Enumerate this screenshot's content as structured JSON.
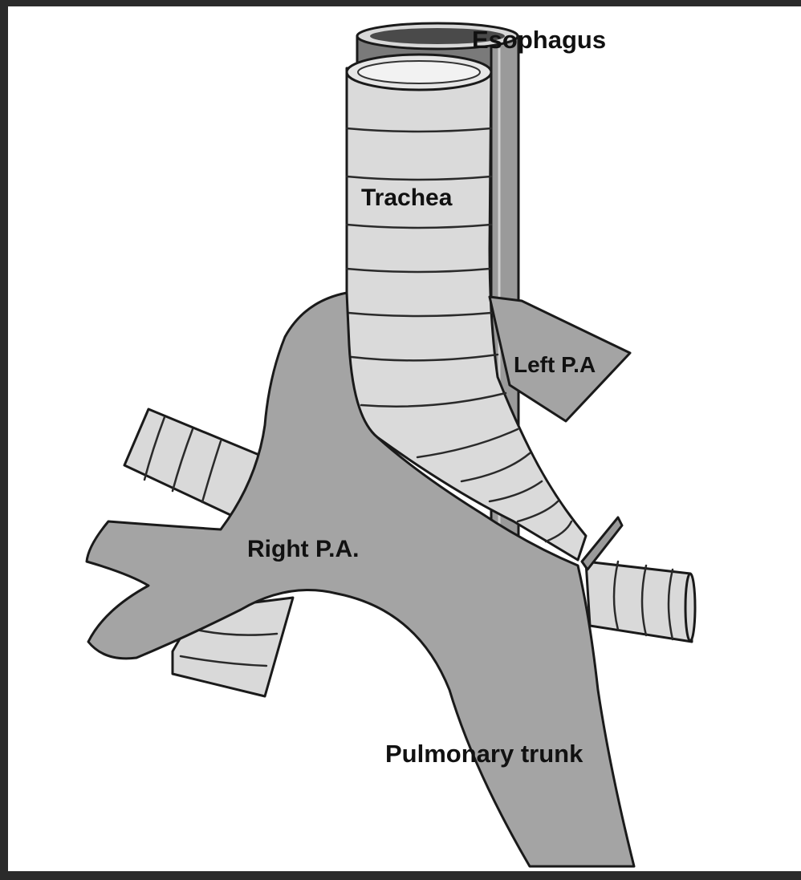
{
  "labels": {
    "esophagus": "Esophagus",
    "trachea": "Trachea",
    "left_pa": "Left P.A",
    "right_pa": "Right P.A.",
    "pulmonary_trunk": "Pulmonary trunk"
  },
  "colors": {
    "vessel": "#a4a4a4",
    "airway": "#d9d9d9",
    "esophagus": "#8c8c8c",
    "outline": "#1a1a1a",
    "background": "#ffffff",
    "frame": "#2b2b2b"
  }
}
